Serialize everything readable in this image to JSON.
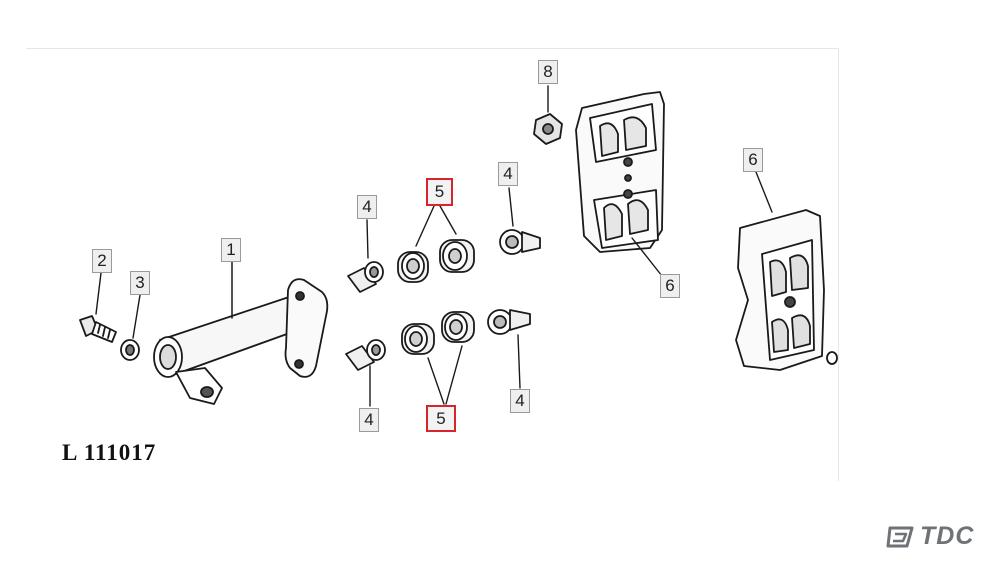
{
  "drawing_id": "L 111017",
  "callouts": [
    {
      "label": "1",
      "highlighted": false
    },
    {
      "label": "2",
      "highlighted": false
    },
    {
      "label": "3",
      "highlighted": false
    },
    {
      "label": "4",
      "highlighted": false
    },
    {
      "label": "4",
      "highlighted": false
    },
    {
      "label": "4",
      "highlighted": false
    },
    {
      "label": "4",
      "highlighted": false
    },
    {
      "label": "5",
      "highlighted": true
    },
    {
      "label": "5",
      "highlighted": true
    },
    {
      "label": "6",
      "highlighted": false
    },
    {
      "label": "6",
      "highlighted": false
    },
    {
      "label": "8",
      "highlighted": false
    }
  ],
  "brand": {
    "name": "TDC",
    "logo_color": "#6f7277"
  },
  "highlight_color": "#d6262b"
}
